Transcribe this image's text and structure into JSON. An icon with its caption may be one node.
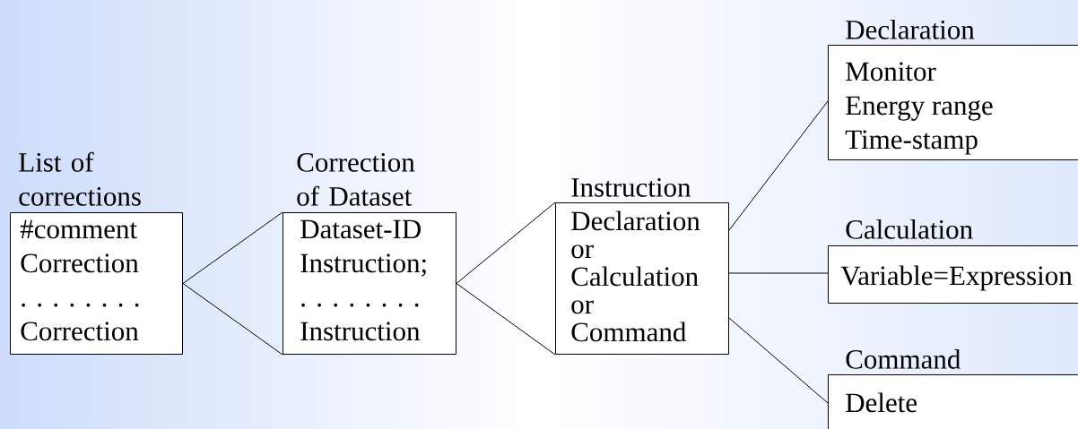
{
  "diagram": {
    "nodes": [
      {
        "text": [
          "List of corrections",
          "#comment",
          "Correction",
          ". . . . . . . .",
          "Correction"
        ]
      },
      {
        "text": [
          "Correction of Dataset",
          "Dataset-ID",
          "Instruction;",
          ". . . . . . . .",
          "Instruction"
        ]
      },
      {
        "text": [
          "Instruction",
          "Declaration",
          "or",
          "Calculation",
          "or",
          "Command"
        ]
      },
      {
        "text": [
          "Declaration",
          "Monitor",
          "Energy range",
          "Time-stamp"
        ]
      },
      {
        "text": [
          "Calculation",
          "Variable=Expression"
        ]
      },
      {
        "text": [
          "Command",
          "Delete"
        ]
      }
    ],
    "edges": [
      {
        "from": 0,
        "to": 1,
        "arrow": "none"
      },
      {
        "from": 1,
        "to": 2,
        "arrow": "none"
      },
      {
        "from": 2,
        "to": 3,
        "arrow": "none"
      },
      {
        "from": 2,
        "to": 4,
        "arrow": "none"
      },
      {
        "from": 2,
        "to": 5,
        "arrow": "none"
      }
    ]
  }
}
